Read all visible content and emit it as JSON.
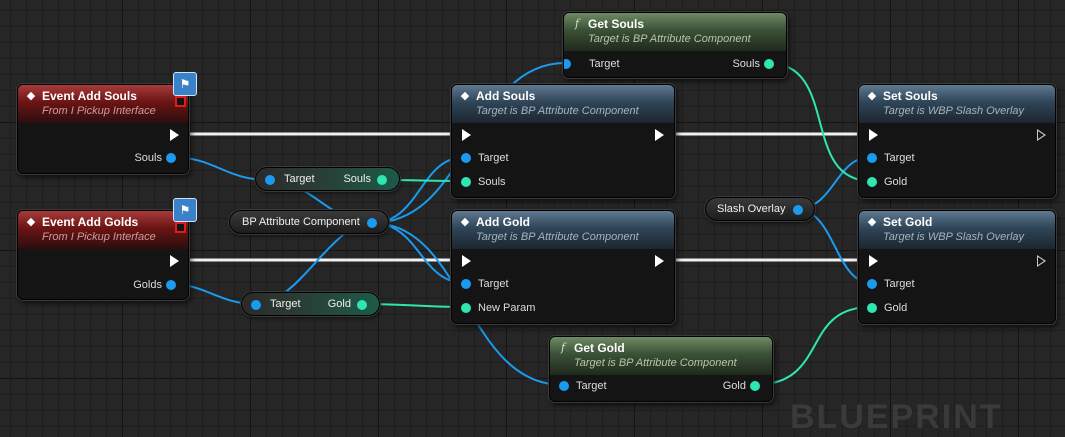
{
  "watermark": "BLUEPRINT",
  "nodes": {
    "event_add_souls": {
      "title": "Event Add Souls",
      "subtitle": "From I Pickup Interface",
      "output_pin": "Souls"
    },
    "event_add_golds": {
      "title": "Event Add Golds",
      "subtitle": "From I Pickup Interface",
      "output_pin": "Golds"
    },
    "get_souls": {
      "title": "Get Souls",
      "subtitle": "Target is BP Attribute Component",
      "input_pin": "Target",
      "output_pin": "Souls"
    },
    "add_souls": {
      "title": "Add Souls",
      "subtitle": "Target is BP Attribute Component",
      "pins": [
        "Target",
        "Souls"
      ]
    },
    "add_gold": {
      "title": "Add Gold",
      "subtitle": "Target is BP Attribute Component",
      "pins": [
        "Target",
        "New Param"
      ]
    },
    "get_gold": {
      "title": "Get Gold",
      "subtitle": "Target is BP Attribute Component",
      "input_pin": "Target",
      "output_pin": "Gold"
    },
    "set_souls": {
      "title": "Set Souls",
      "subtitle": "Target is WBP Slash Overlay",
      "pins": [
        "Target",
        "Gold"
      ]
    },
    "set_gold": {
      "title": "Set Gold",
      "subtitle": "Target is WBP Slash Overlay",
      "pins": [
        "Target",
        "Gold"
      ]
    }
  },
  "compact_nodes": {
    "break_souls": {
      "input": "Target",
      "output": "Souls"
    },
    "break_gold": {
      "input": "Target",
      "output": "Gold"
    },
    "bp_attribute_component": {
      "label": "BP Attribute Component"
    },
    "slash_overlay": {
      "label": "Slash Overlay"
    }
  },
  "colors": {
    "object_pin": "#1a9bf0",
    "int_pin": "#2ee6b0",
    "event_header": "#8a1f1f",
    "function_header": "#34485a",
    "pure_header": "#3f5a3a",
    "graph_bg": "#262626"
  }
}
